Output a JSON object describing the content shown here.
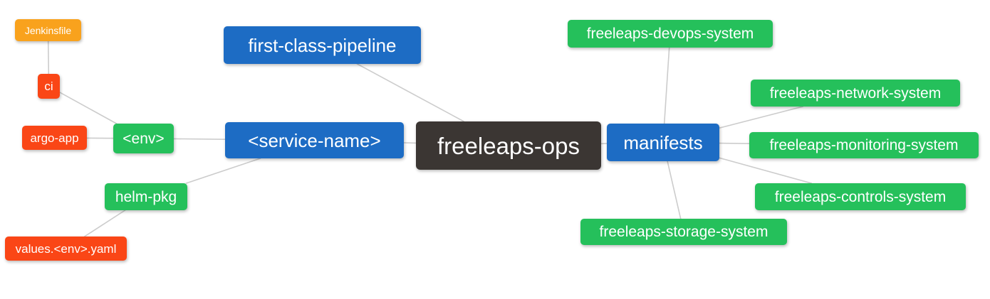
{
  "diagram": {
    "background": "#ffffff",
    "edge_color": "#cccccc",
    "palette": {
      "blue": "#1d6cc4",
      "green": "#25c05b",
      "red": "#fa4616",
      "orange": "#f9a21d",
      "dark": "#3b3633",
      "node_text": "#ffffff"
    },
    "root_label": "freeleaps-ops",
    "nodes": [
      {
        "id": "jenkinsfile",
        "label": "Jenkinsfile",
        "color": "orange",
        "size": "xs"
      },
      {
        "id": "ci",
        "label": "ci",
        "color": "red",
        "size": "sm"
      },
      {
        "id": "argo-app",
        "label": "argo-app",
        "color": "red",
        "size": "sm"
      },
      {
        "id": "env",
        "label": "<env>",
        "color": "green",
        "size": "md"
      },
      {
        "id": "helm-pkg",
        "label": "helm-pkg",
        "color": "green",
        "size": "md"
      },
      {
        "id": "values-env-yaml",
        "label": "values.<env>.yaml",
        "color": "red",
        "size": "sm"
      },
      {
        "id": "first-class-pipeline",
        "label": "first-class-pipeline",
        "color": "blue",
        "size": "lg"
      },
      {
        "id": "service-name",
        "label": "<service-name>",
        "color": "blue",
        "size": "lg"
      },
      {
        "id": "freeleaps-ops",
        "label": "freeleaps-ops",
        "color": "dark",
        "size": "xl"
      },
      {
        "id": "manifests",
        "label": "manifests",
        "color": "blue",
        "size": "lg"
      },
      {
        "id": "freeleaps-devops-system",
        "label": "freeleaps-devops-system",
        "color": "green",
        "size": "md"
      },
      {
        "id": "freeleaps-network-system",
        "label": "freeleaps-network-system",
        "color": "green",
        "size": "md"
      },
      {
        "id": "freeleaps-monitoring-system",
        "label": "freeleaps-monitoring-system",
        "color": "green",
        "size": "md"
      },
      {
        "id": "freeleaps-controls-system",
        "label": "freeleaps-controls-system",
        "color": "green",
        "size": "md"
      },
      {
        "id": "freeleaps-storage-system",
        "label": "freeleaps-storage-system",
        "color": "green",
        "size": "md"
      }
    ],
    "edges": [
      {
        "from": "jenkinsfile",
        "to": "ci"
      },
      {
        "from": "ci",
        "to": "env"
      },
      {
        "from": "argo-app",
        "to": "env"
      },
      {
        "from": "env",
        "to": "service-name"
      },
      {
        "from": "helm-pkg",
        "to": "service-name"
      },
      {
        "from": "values-env-yaml",
        "to": "helm-pkg"
      },
      {
        "from": "service-name",
        "to": "freeleaps-ops"
      },
      {
        "from": "first-class-pipeline",
        "to": "freeleaps-ops"
      },
      {
        "from": "freeleaps-ops",
        "to": "manifests"
      },
      {
        "from": "manifests",
        "to": "freeleaps-devops-system"
      },
      {
        "from": "manifests",
        "to": "freeleaps-network-system"
      },
      {
        "from": "manifests",
        "to": "freeleaps-monitoring-system"
      },
      {
        "from": "manifests",
        "to": "freeleaps-controls-system"
      },
      {
        "from": "manifests",
        "to": "freeleaps-storage-system"
      }
    ]
  }
}
